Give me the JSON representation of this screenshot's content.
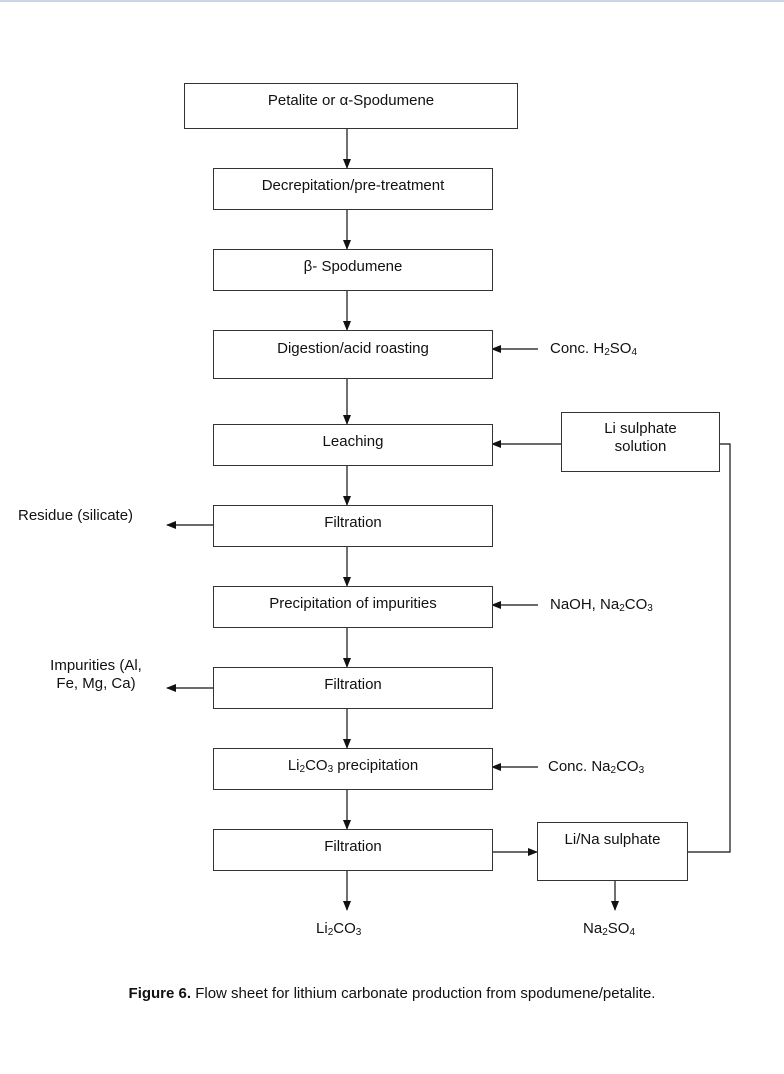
{
  "boxes": {
    "b1": "Petalite or α-Spodumene",
    "b2": "Decrepitation/pre-treatment",
    "b3": "β- Spodumene",
    "b4": "Digestion/acid roasting",
    "b5": "Leaching",
    "b6": "Filtration",
    "b7": "Precipitation of impurities",
    "b8": "Filtration",
    "b9": "Li2CO3 precipitation",
    "b10": "Filtration",
    "li_sulphate_solution": "Li sulphate solution",
    "li_na_sulphate": "Li/Na sulphate"
  },
  "labels": {
    "conc_h2so4": "Conc. H2SO4",
    "residue": "Residue (silicate)",
    "naoh_na2co3": "NaOH, Na2CO3",
    "impurities": "Impurities (Al, Fe, Mg, Ca)",
    "conc_na2co3": "Conc. Na2CO3",
    "li2co3_out": "Li2CO3",
    "na2so4_out": "Na2SO4"
  },
  "caption": {
    "prefix": "Figure 6.",
    "text": "Flow sheet for lithium carbonate production from spodumene/petalite."
  }
}
